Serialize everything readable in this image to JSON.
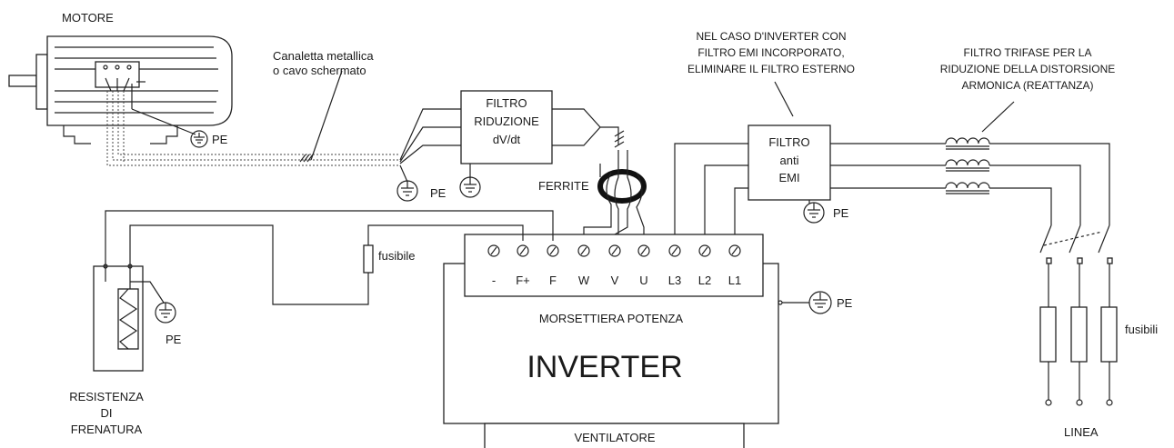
{
  "motor": {
    "title": "MOTORE",
    "pe_label": "PE"
  },
  "cable": {
    "line1": "Canaletta metallica",
    "line2": "o cavo schermato"
  },
  "dvdt_filter": {
    "line1": "FILTRO",
    "line2": "RIDUZIONE",
    "line3": "dV/dt",
    "pe_label": "PE"
  },
  "ferrite": {
    "label": "FERRITE"
  },
  "emi_note": {
    "line1": "NEL CASO D'INVERTER CON",
    "line2": "FILTRO EMI INCORPORATO,",
    "line3": "ELIMINARE IL FILTRO ESTERNO"
  },
  "emi_filter": {
    "line1": "FILTRO",
    "line2": "anti",
    "line3": "EMI",
    "pe_label": "PE"
  },
  "reactor_note": {
    "line1": "FILTRO TRIFASE PER  LA",
    "line2": "RIDUZIONE DELLA DISTORSIONE",
    "line3": "ARMONICA (REATTANZA)"
  },
  "brake_resistor": {
    "line1": "RESISTENZA",
    "line2": "DI",
    "line3": "FRENATURA",
    "pe_label": "PE"
  },
  "fuse": {
    "label": "fusibile"
  },
  "inverter": {
    "terminals": [
      "-",
      "F+",
      "F",
      "W",
      "V",
      "U",
      "L3",
      "L2",
      "L1"
    ],
    "terminal_block_label": "MORSETTIERA POTENZA",
    "title": "INVERTER",
    "fan_label": "VENTILATORE",
    "pe_label": "PE"
  },
  "line": {
    "fuses_label": "fusibili",
    "label": "LINEA"
  }
}
